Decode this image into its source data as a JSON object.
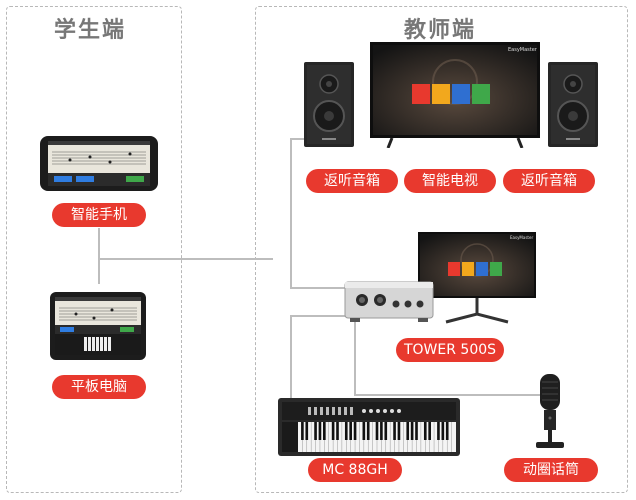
{
  "panels": {
    "student": {
      "title": "学生端"
    },
    "teacher": {
      "title": "教师端"
    }
  },
  "labels": {
    "smartphone": "智能手机",
    "tablet": "平板电脑",
    "speaker_left": "返听音箱",
    "smart_tv": "智能电视",
    "speaker_right": "返听音箱",
    "audio_interface": "TOWER 500S",
    "keyboard": "MC 88GH",
    "microphone": "动圈话筒"
  },
  "screen_brand": "EasyMaster",
  "colors": {
    "accent": "#e8392e",
    "wire": "#bdbdbd",
    "panel_border": "#b8b8b8",
    "panel_title": "#777777"
  }
}
